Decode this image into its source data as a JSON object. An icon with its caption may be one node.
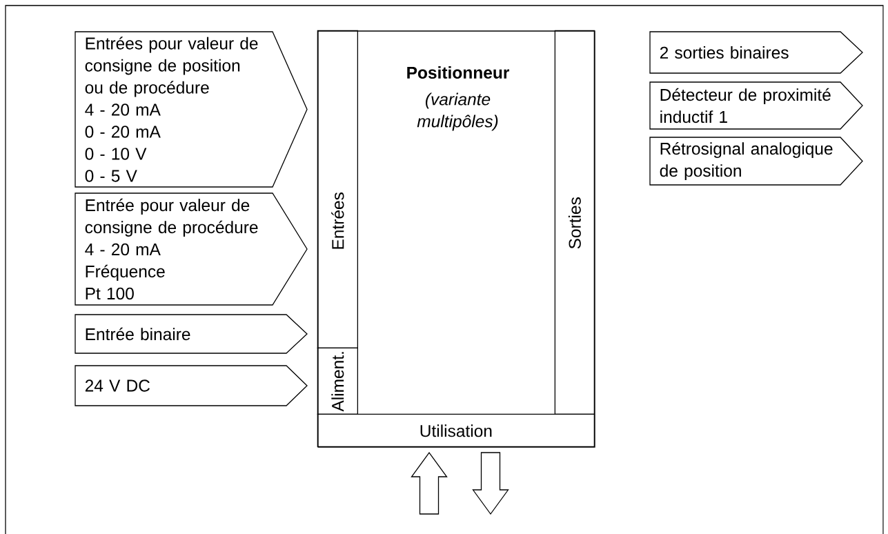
{
  "diagram": {
    "nodes": [
      {
        "text": [
          "Entrées pour valeur de consigne de position ou de procédure",
          "4 - 20 mA",
          "0 - 20 mA",
          "0 - 10 V",
          "0 - 5 V"
        ]
      },
      {
        "text": [
          "Entrée pour valeur de consigne de procédure",
          "4 - 20 mA",
          "Fréquence",
          "Pt 100"
        ]
      },
      {
        "text": [
          "Entrée binaire"
        ]
      },
      {
        "text": [
          "24 V DC"
        ]
      },
      {
        "text": [
          "Positionneur",
          "(variante multipôles)"
        ]
      },
      {
        "text": [
          "Entrées"
        ],
        "in": 4
      },
      {
        "text": [
          "Aliment."
        ],
        "in": 4
      },
      {
        "text": [
          "Sorties"
        ],
        "in": 4
      },
      {
        "text": [
          "Utilisation"
        ],
        "in": 4
      },
      {
        "text": [
          "2 sorties binaires"
        ]
      },
      {
        "text": [
          "Détecteur de proximité inductif 1"
        ]
      },
      {
        "text": [
          "Rétrosignal analogique de position"
        ]
      }
    ],
    "edges": [
      {
        "from": null,
        "to": 8,
        "arrow": "to"
      },
      {
        "from": 8,
        "to": null,
        "arrow": "to"
      }
    ]
  }
}
